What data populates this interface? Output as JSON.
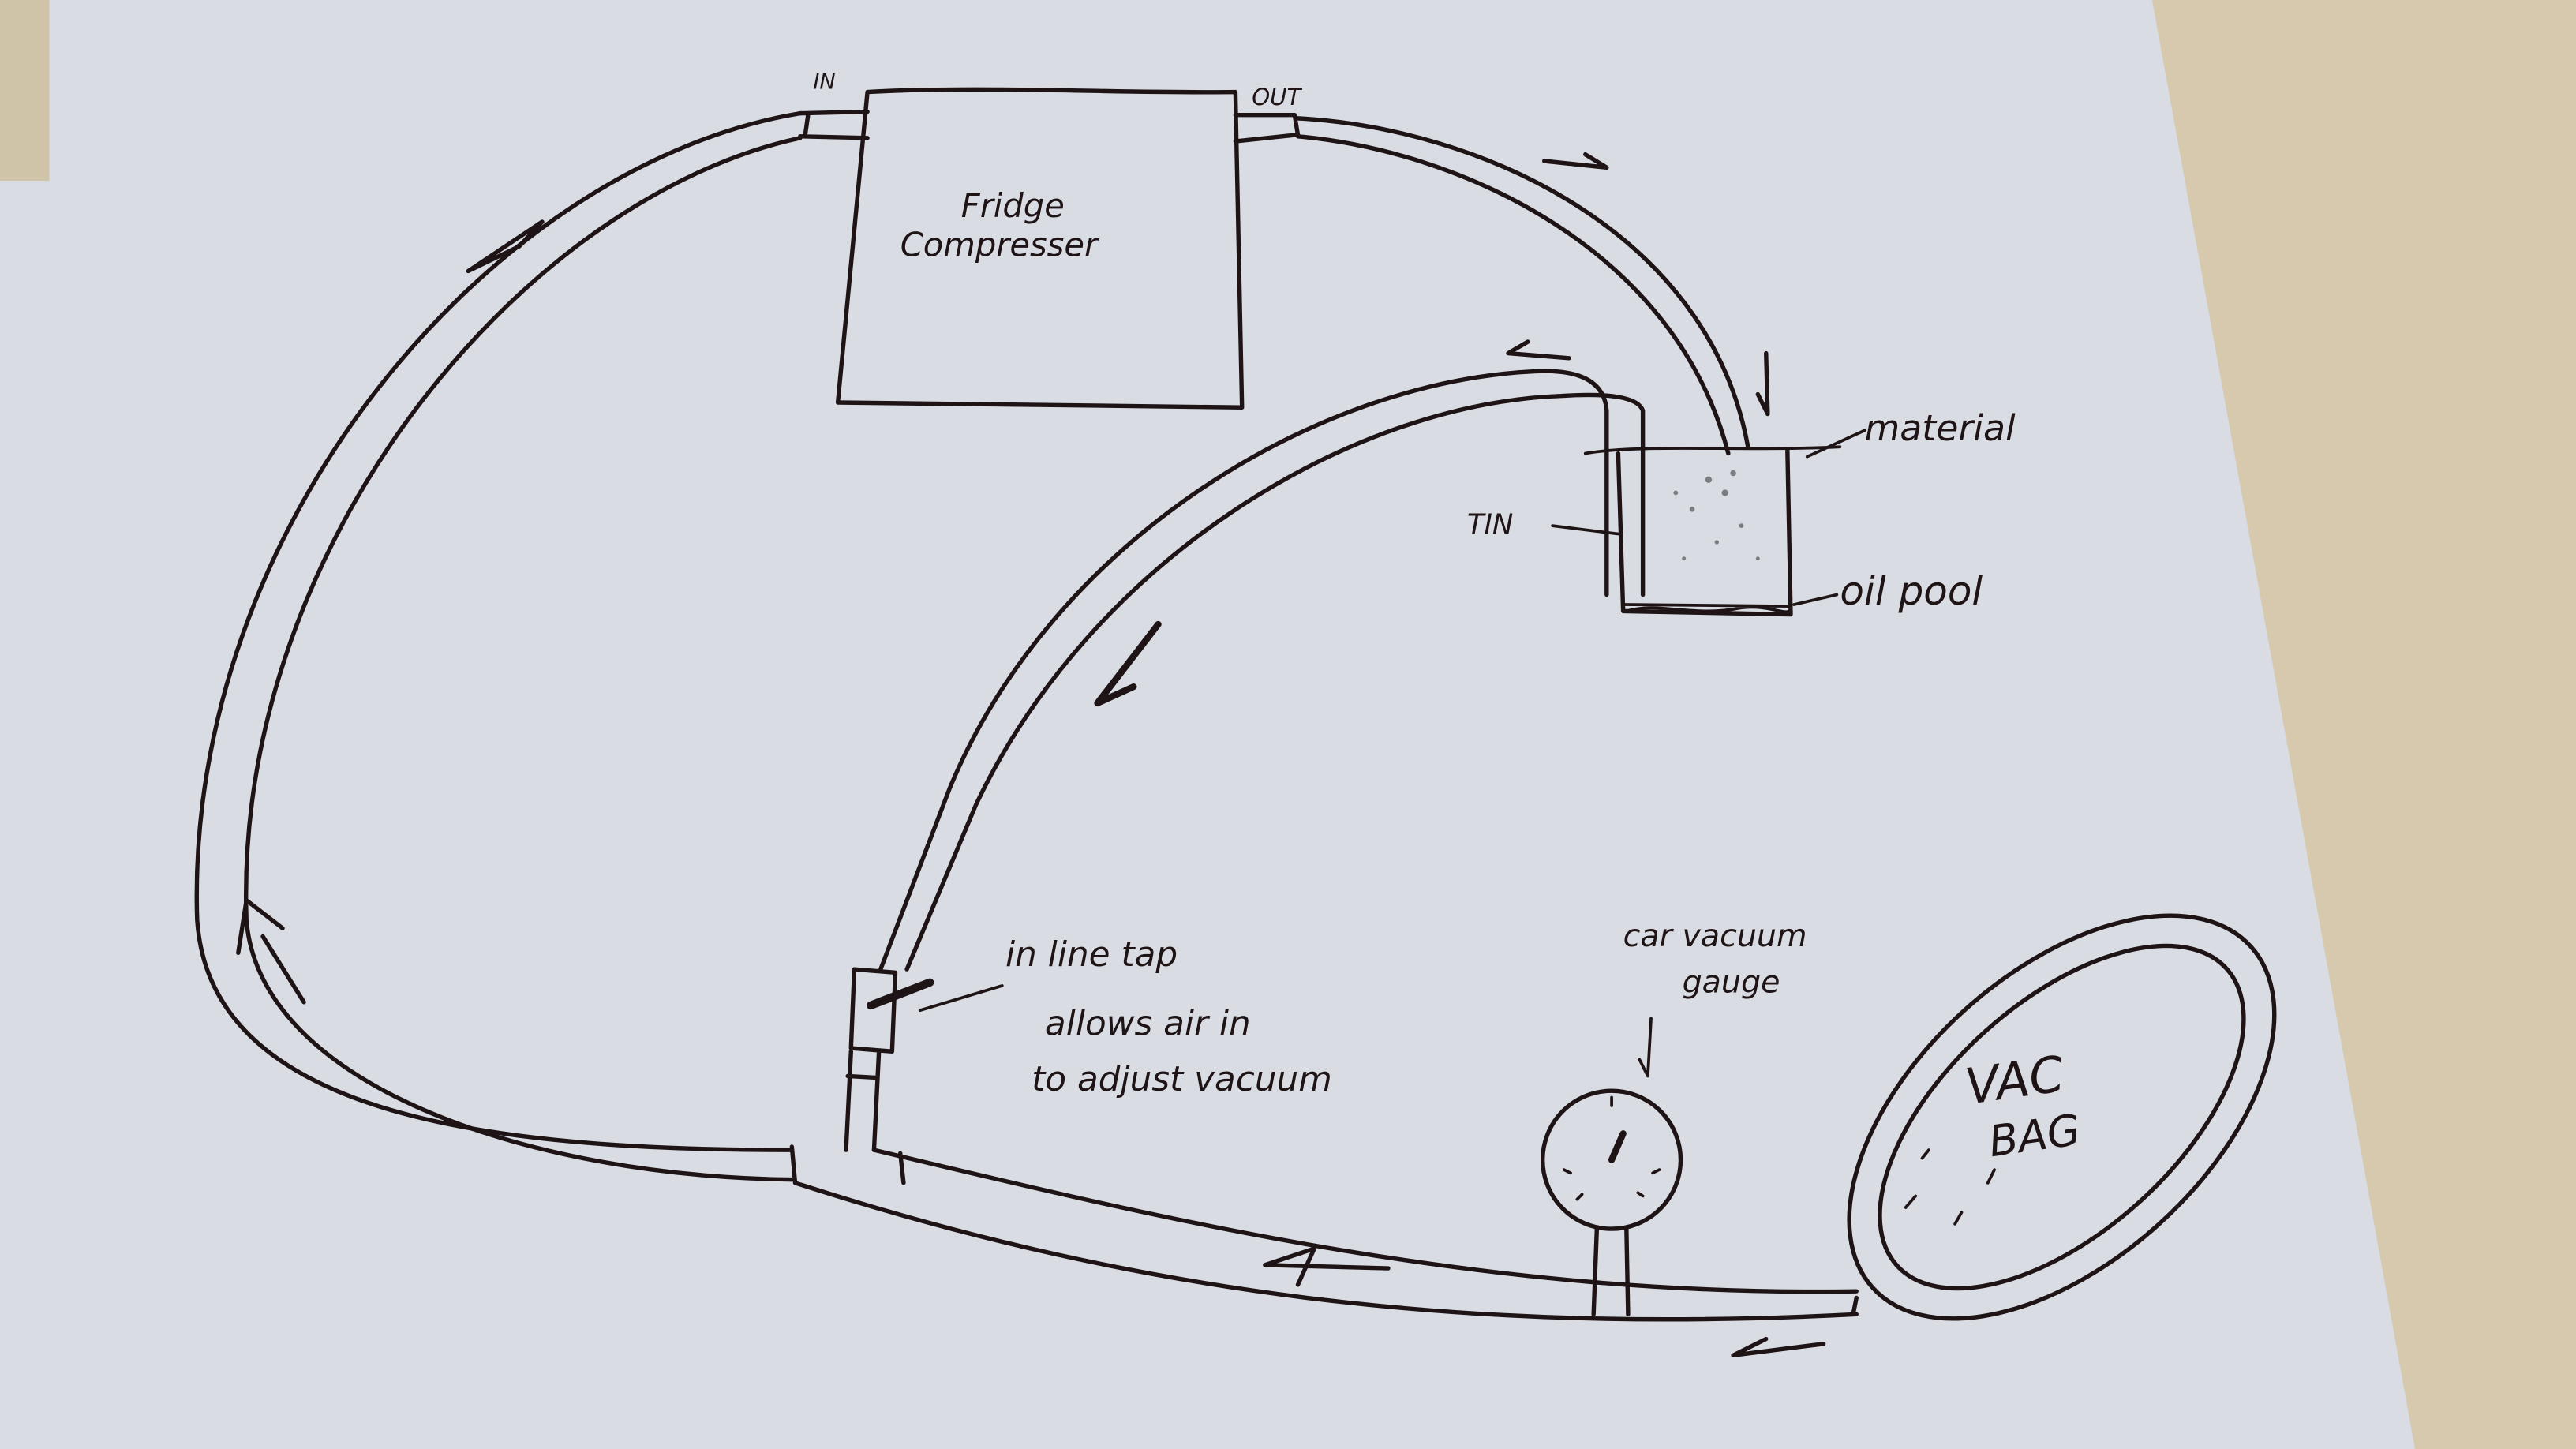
{
  "labels": {
    "in": "IN",
    "out": "OUT",
    "compressor_line1": "Fridge",
    "compressor_line2": "Compresser",
    "material": "material",
    "tin": "TIN",
    "oil_pool": "oil pool",
    "tap_line1": "in line tap",
    "tap_line2": "allows air in",
    "tap_line3": "to adjust vacuum",
    "gauge_line1": "car vacuum",
    "gauge_line2": "gauge",
    "bag_line1": "VAC",
    "bag_line2": "BAG"
  },
  "colors": {
    "paper": "#d9dce2",
    "ink": "#1e1416",
    "background_corner": "#d6c9ad"
  }
}
